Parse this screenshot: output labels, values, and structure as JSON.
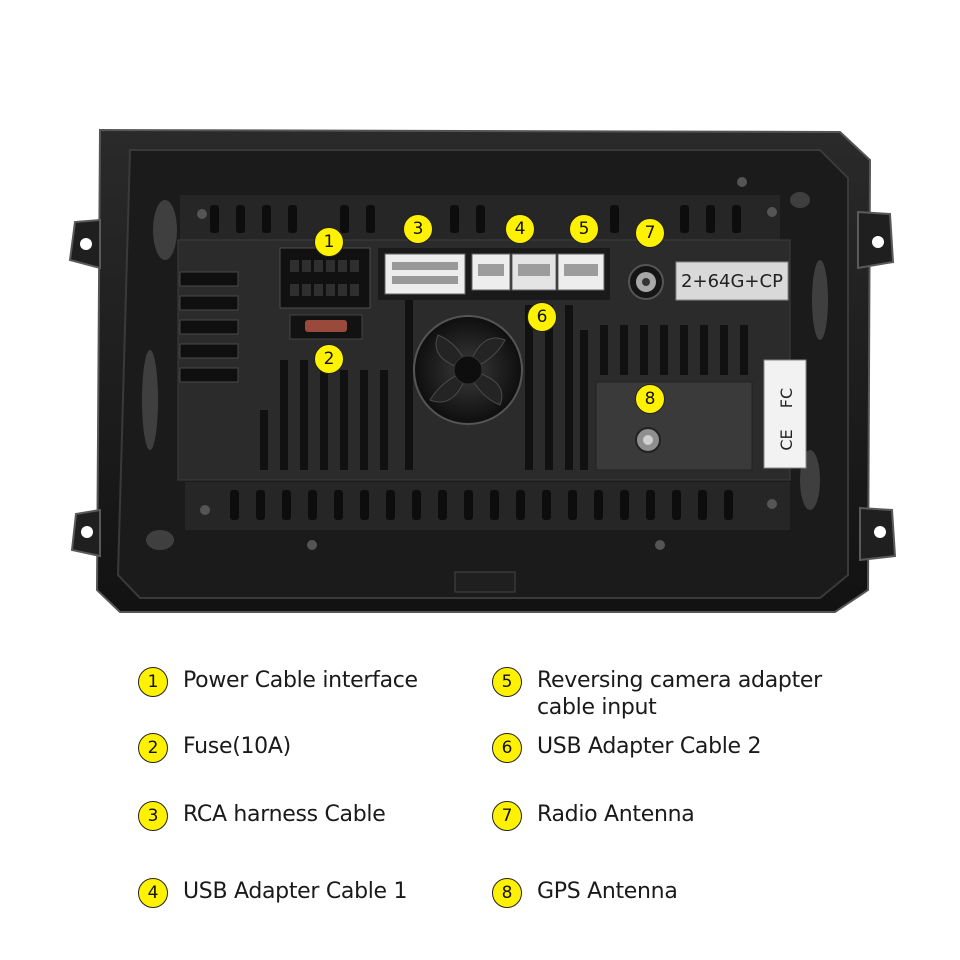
{
  "device": {
    "sticker_text": "2+64G+CP",
    "cert_marks": [
      "FC",
      "CE"
    ]
  },
  "callouts": [
    "1",
    "2",
    "3",
    "4",
    "5",
    "6",
    "7",
    "8"
  ],
  "legend": [
    {
      "num": "1",
      "label": "Power Cable interface"
    },
    {
      "num": "2",
      "label": "Fuse(10A)"
    },
    {
      "num": "3",
      "label": "RCA harness Cable"
    },
    {
      "num": "4",
      "label": "USB Adapter Cable 1"
    },
    {
      "num": "5",
      "label": "Reversing camera adapter\ncable input"
    },
    {
      "num": "6",
      "label": "USB Adapter Cable 2"
    },
    {
      "num": "7",
      "label": "Radio Antenna"
    },
    {
      "num": "8",
      "label": "GPS Antenna"
    }
  ],
  "colors": {
    "callout_fill": "#fff200",
    "frame_dark": "#1a1a1a",
    "unit_body": "#2b2b2b",
    "connector_white": "#ededed"
  }
}
